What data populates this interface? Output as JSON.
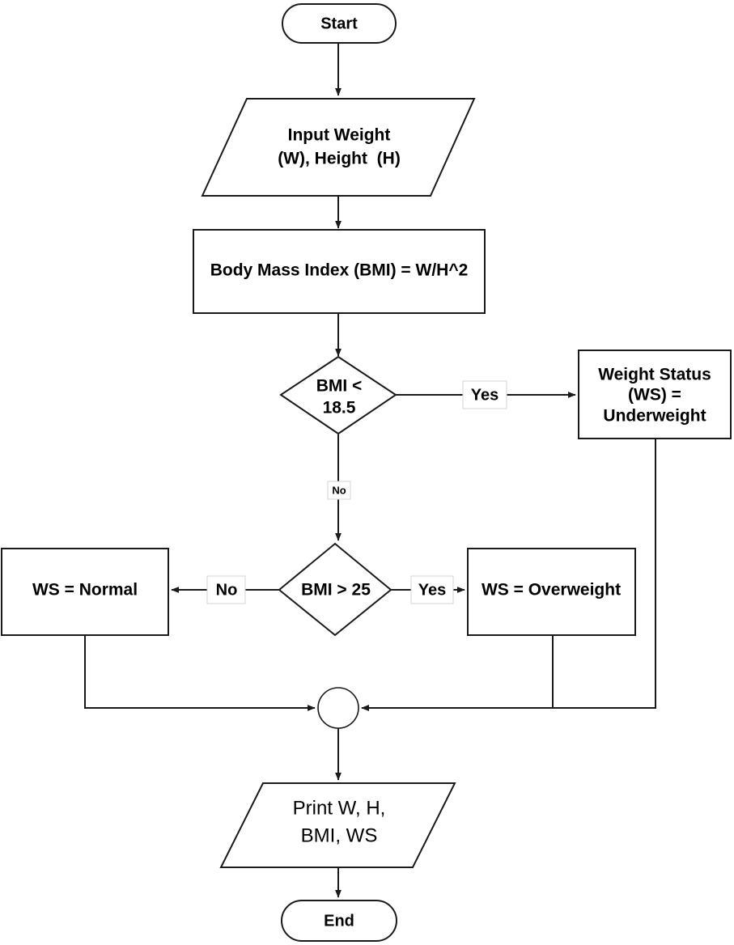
{
  "diagram": {
    "title": "BMI Calculation Flowchart",
    "type": "flowchart",
    "colors": {
      "background": "#ffffff",
      "stroke": "#1a1a1a",
      "text": "#000000",
      "label_border": "#d4d4d4"
    },
    "nodes": {
      "start": {
        "shape": "terminator",
        "label": "Start"
      },
      "input": {
        "shape": "parallelogram",
        "line1": "Input Weight",
        "line2": "(W), Height  (H)"
      },
      "process_bmi": {
        "shape": "rectangle",
        "label": "Body Mass Index (BMI) = W/H^2"
      },
      "decision_underweight": {
        "shape": "diamond",
        "line1": "BMI <",
        "line2": "18.5"
      },
      "status_underweight": {
        "shape": "rectangle",
        "line1": "Weight Status",
        "line2": "(WS) =",
        "line3": "Underweight"
      },
      "decision_overweight": {
        "shape": "diamond",
        "label": "BMI > 25"
      },
      "status_normal": {
        "shape": "rectangle",
        "label": "WS = Normal"
      },
      "status_overweight": {
        "shape": "rectangle",
        "label": "WS = Overweight"
      },
      "merge": {
        "shape": "circle",
        "label": ""
      },
      "output": {
        "shape": "parallelogram",
        "line1": "Print W, H,",
        "line2": "BMI, WS"
      },
      "end": {
        "shape": "terminator",
        "label": "End"
      }
    },
    "edge_labels": {
      "underweight_yes": "Yes",
      "underweight_no": "No",
      "overweight_yes": "Yes",
      "overweight_no": "No"
    }
  }
}
